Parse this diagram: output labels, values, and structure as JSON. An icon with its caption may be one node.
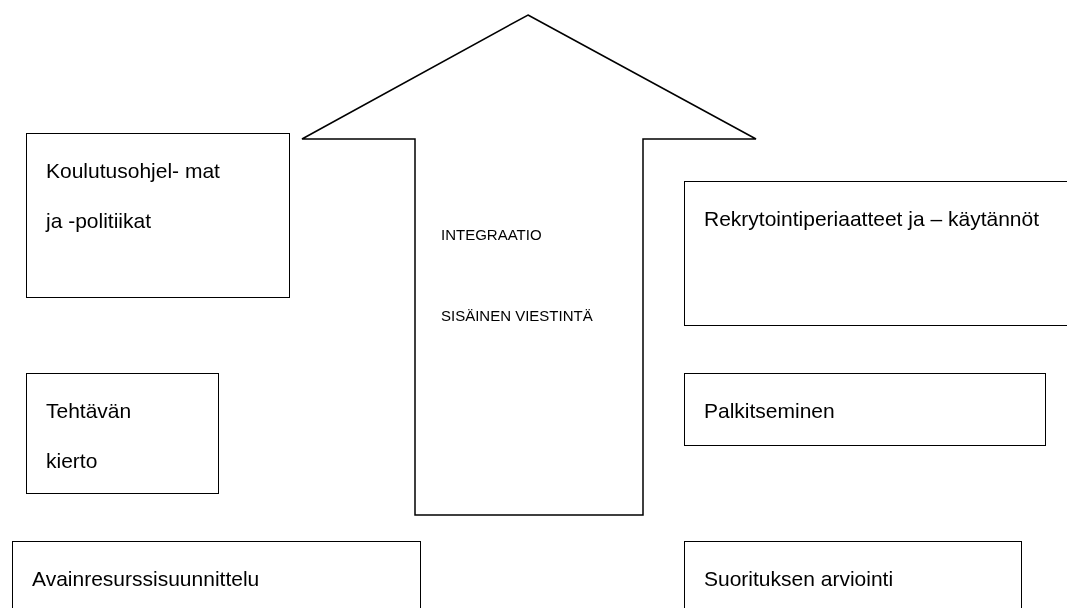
{
  "diagram": {
    "nodes": [
      {
        "text": [
          "INTEGRAATIO",
          "SISÄINEN VIESTINTÄ"
        ]
      },
      {
        "text": [
          "Koulutusohjel- mat ja -politiikat"
        ]
      },
      {
        "text": [
          "Rekrytointiperiaatteet ja – käytännöt"
        ]
      },
      {
        "text": [
          "Tehtävän kierto"
        ]
      },
      {
        "text": [
          "Palkitseminen"
        ]
      },
      {
        "text": [
          "Avainresurssisuunnittelu"
        ]
      },
      {
        "text": [
          "Suorituksen arviointi"
        ]
      }
    ]
  }
}
